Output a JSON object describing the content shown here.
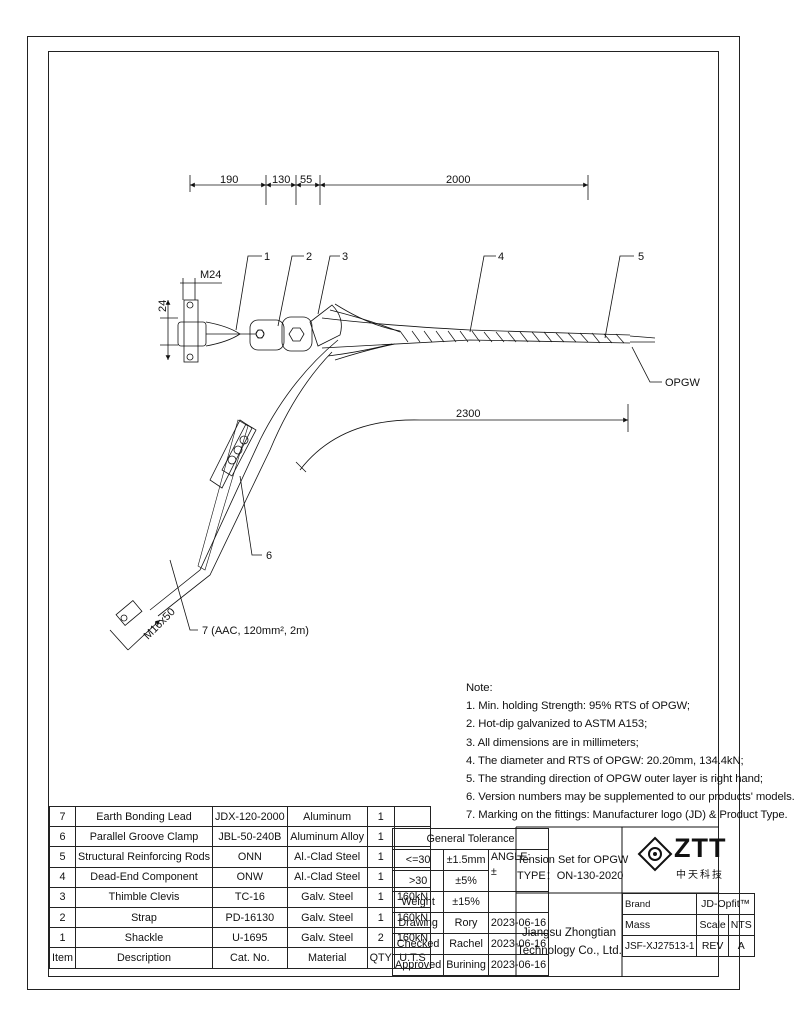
{
  "dimensions": {
    "d1": "190",
    "d2": "130",
    "d3": "55",
    "d4": "2000",
    "d5": "2300",
    "m24": "M24",
    "d24": "24",
    "m16": "M16x50"
  },
  "callouts": {
    "c1": "1",
    "c2": "2",
    "c3": "3",
    "c4": "4",
    "c5": "5",
    "c6": "6",
    "c7": "7 (AAC, 120mm², 2m)",
    "opgw": "OPGW"
  },
  "notes": {
    "title": "Note:",
    "items": [
      "1. Min. holding Strength: 95% RTS of OPGW;",
      "2. Hot-dip galvanized to ASTM A153;",
      "3. All dimensions are in millimeters;",
      "4. The diameter and RTS of OPGW: 20.20mm, 134.4kN;",
      "5. The stranding direction of OPGW outer layer is right hand;",
      "6. Version numbers may be supplemented to our products' models.",
      "7. Marking on the fittings: Manufacturer logo (JD) & Product Type."
    ]
  },
  "bom": {
    "rows": [
      {
        "item": "7",
        "desc": "Earth Bonding Lead",
        "cat": "JDX-120-2000",
        "mat": "Aluminum",
        "qty": "1",
        "uts": ""
      },
      {
        "item": "6",
        "desc": "Parallel Groove Clamp",
        "cat": "JBL-50-240B",
        "mat": "Aluminum Alloy",
        "qty": "1",
        "uts": ""
      },
      {
        "item": "5",
        "desc": "Structural Reinforcing Rods",
        "cat": "ONN",
        "mat": "Al.-Clad Steel",
        "qty": "1",
        "uts": ""
      },
      {
        "item": "4",
        "desc": "Dead-End Component",
        "cat": "ONW",
        "mat": "Al.-Clad Steel",
        "qty": "1",
        "uts": ""
      },
      {
        "item": "3",
        "desc": "Thimble Clevis",
        "cat": "TC-16",
        "mat": "Galv. Steel",
        "qty": "1",
        "uts": "160kN"
      },
      {
        "item": "2",
        "desc": "Strap",
        "cat": "PD-16130",
        "mat": "Galv. Steel",
        "qty": "1",
        "uts": "160kN"
      },
      {
        "item": "1",
        "desc": "Shackle",
        "cat": "U-1695",
        "mat": "Galv. Steel",
        "qty": "2",
        "uts": "160kN"
      }
    ],
    "header": {
      "item": "Item",
      "desc": "Description",
      "cat": "Cat. No.",
      "mat": "Material",
      "qty": "QTY",
      "uts": "U.T.S"
    }
  },
  "tolerance": {
    "title": "General Tolerance",
    "r1a": "<=30",
    "r1b": "±1.5mm",
    "angle": "ANGLE:",
    "r2a": ">30",
    "r2b": "±5%",
    "angle_val": "±",
    "r3a": "Weight",
    "r3b": "±15%"
  },
  "signoff": [
    {
      "role": "Drawing",
      "name": "Rory",
      "date": "2023-06-16"
    },
    {
      "role": "Checked",
      "name": "Rachel",
      "date": "2023-06-16"
    },
    {
      "role": "Approved",
      "name": "Burining",
      "date": "2023-06-16"
    }
  ],
  "title_block": {
    "product_line1": "Tension Set for OPGW",
    "product_line2": "TYPE：ON-130-2020",
    "company_line1": "Jiangsu Zhongtian",
    "company_line2": "Technology Co., Ltd.",
    "logo_text": "ZTT",
    "logo_sub": "中天科技",
    "brand_label": "Brand",
    "brand_value": "JD-Opfit™",
    "mass_label": "Mass",
    "scale_label": "Scale",
    "scale_value": "NTS",
    "drawing_no": "JSF-XJ27513-1",
    "rev_label": "REV",
    "rev_value": "A"
  }
}
